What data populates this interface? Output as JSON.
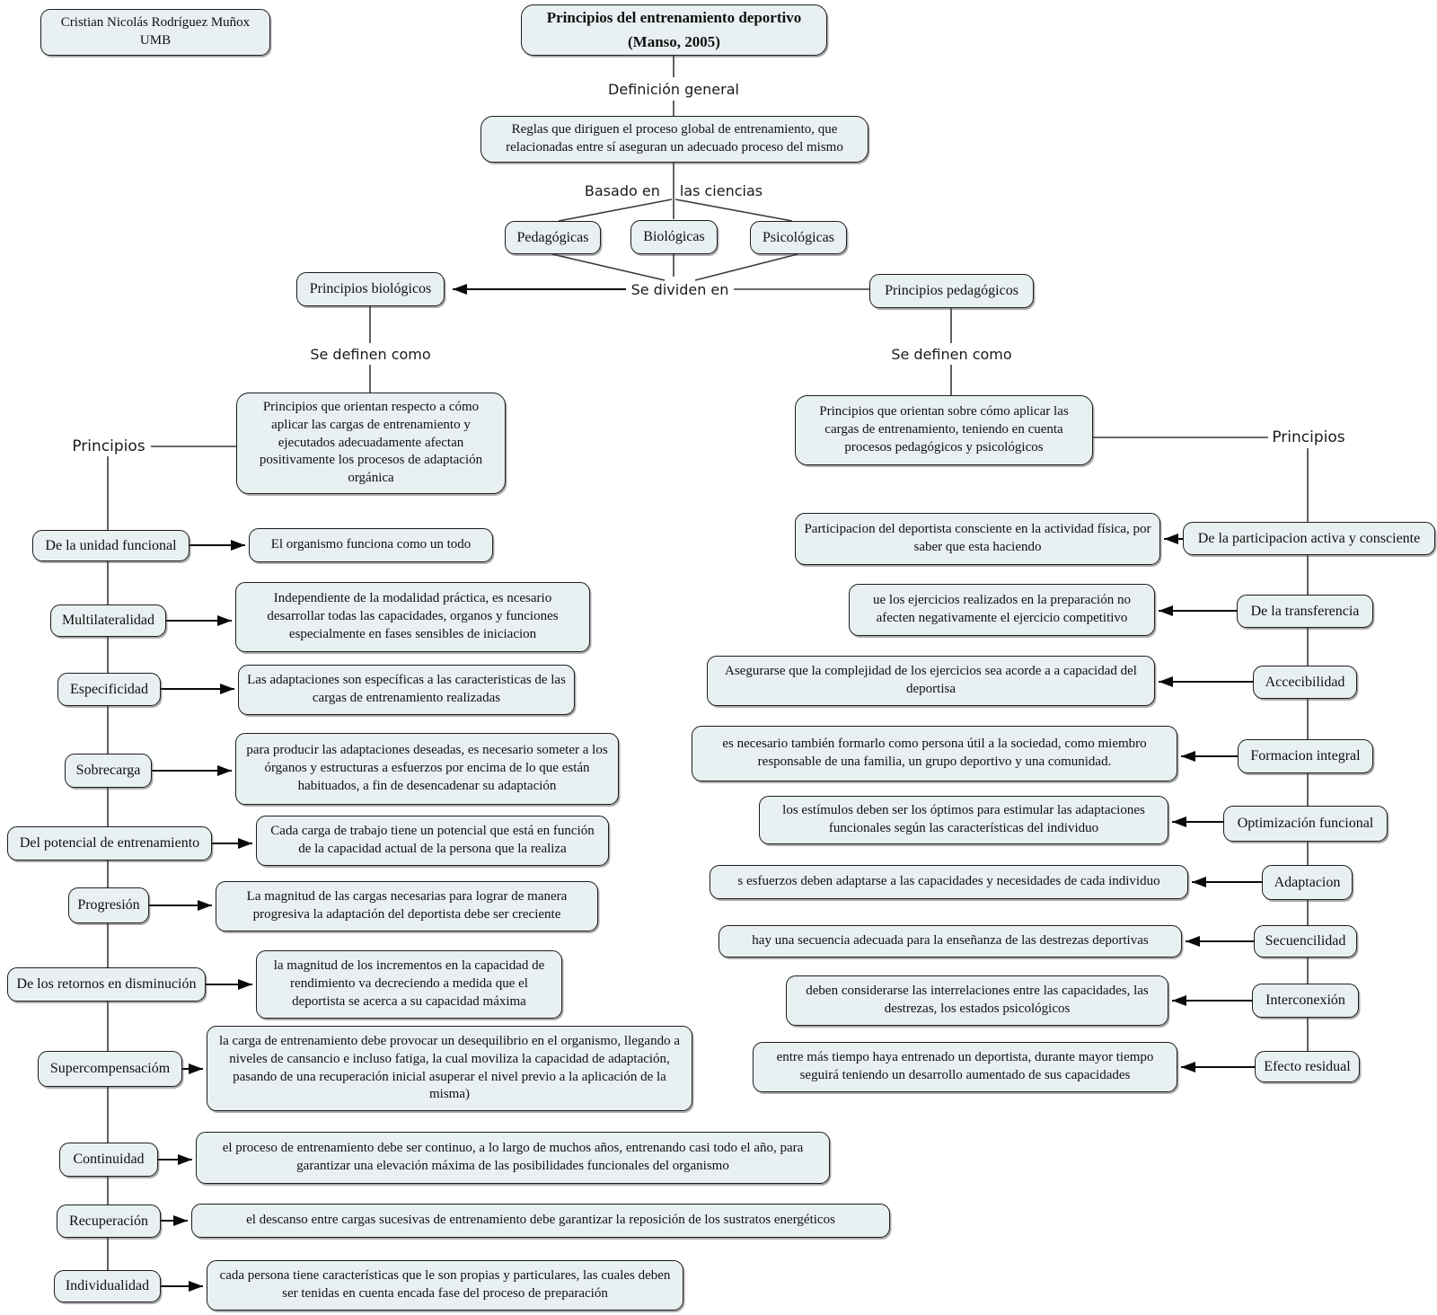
{
  "author": {
    "line1": "Cristian Nicolás Rodríguez Muñox",
    "line2": "UMB"
  },
  "title": {
    "line1": "Principios del entrenamiento deportivo",
    "line2": "(Manso, 2005)"
  },
  "links": {
    "definicion": "Definición general",
    "basado_1": "Basado en",
    "basado_2": "las ciencias",
    "dividen": "Se dividen en",
    "definen_izq": "Se definen como",
    "definen_der": "Se definen como",
    "principios_izq": "Principios",
    "principios_der": "Principios"
  },
  "definicion_general": "Reglas que diriguen el proceso global de entrenamiento, que relacionadas entre sí aseguran un adecuado proceso del mismo",
  "ciencias": {
    "pedagogicas": "Pedagógicas",
    "biologicas": "Biológicas",
    "psicologicas": "Psicológicas"
  },
  "biologicos": {
    "titulo": "Principios biológicos",
    "definicion": "Principios que orientan respecto a cómo aplicar las cargas de entrenamiento y ejecutados adecuadamente afectan positivamente los procesos de adaptación orgánica",
    "items": [
      {
        "label": "De la unidad funcional",
        "desc": "El organismo funciona como un todo"
      },
      {
        "label": "Multilateralidad",
        "desc": "Independiente  de la modalidad práctica, es ncesario desarrollar todas las capacidades, organos y funciones especialmente en fases sensibles de iniciacion"
      },
      {
        "label": "Especificidad",
        "desc": "Las adaptaciones son específicas a las caracteristicas de las cargas de entrenamiento realizadas"
      },
      {
        "label": "Sobrecarga",
        "desc": "para producir las adaptaciones deseadas, es necesario someter a los órganos y estructuras a esfuerzos por encima de lo que están habituados, a fin de desencadenar su adaptación"
      },
      {
        "label": "Del potencial de entrenamiento",
        "desc": "Cada carga de trabajo tiene un potencial que está en función de la capacidad actual de la persona que la realiza"
      },
      {
        "label": "Progresión",
        "desc": "La magnitud de las cargas necesarias para lograr de manera progresiva la adaptación del deportista debe ser creciente"
      },
      {
        "label": "De los retornos en disminución",
        "desc": "la magnitud de los incrementos en la capacidad de rendimiento va decreciendo a medida que el deportista se acerca a su capacidad máxima"
      },
      {
        "label": "Supercompensacióm",
        "desc": "la carga de entrenamiento debe provocar un desequilibrio en el organismo, llegando a niveles de cansancio e incluso fatiga, la cual moviliza la capacidad de adaptación, pasando de una recuperación inicial asuperar el nivel previo a la aplicación de la misma)"
      },
      {
        "label": "Continuidad",
        "desc": "el proceso de entrenamiento debe ser continuo, a lo largo de muchos años, entrenando casi todo el año, para garantizar una elevación máxima de las posibilidades funcionales del organismo"
      },
      {
        "label": "Recuperación",
        "desc": "el descanso entre cargas sucesivas de entrenamiento debe garantizar la reposición de los sustratos energéticos"
      },
      {
        "label": "Individualidad",
        "desc": "cada persona tiene características que le son propias y particulares, las cuales deben ser tenidas en cuenta encada fase del proceso de preparación"
      }
    ]
  },
  "pedagogicos": {
    "titulo": "Principios pedagógicos",
    "definicion": "Principios que orientan sobre cómo aplicar las cargas de entrenamiento, teniendo en cuenta procesos pedagógicos y psicológicos",
    "items": [
      {
        "label": "De la participacion activa y consciente",
        "desc": "Participacion del deportista consciente en la actividad física, por saber que esta haciendo"
      },
      {
        "label": "De la transferencia",
        "desc": "ue los ejercicios realizados en la preparación no afecten negativamente el ejercicio competitivo"
      },
      {
        "label": "Accecibilidad",
        "desc": "Asegurarse que la complejidad de los ejercicios sea acorde a a capacidad del deportisa"
      },
      {
        "label": "Formacion integral",
        "desc": "es necesario también formarlo como persona útil a la sociedad, como miembro responsable de una familia, un grupo deportivo y una comunidad."
      },
      {
        "label": "Optimización funcional",
        "desc": "los estímulos deben ser los óptimos para estimular las adaptaciones funcionales según las características del individuo"
      },
      {
        "label": "Adaptacion",
        "desc": "s esfuerzos deben adaptarse a las capacidades y necesidades de cada individuo"
      },
      {
        "label": "Secuencilidad",
        "desc": "hay una secuencia adecuada para la enseñanza de las destrezas deportivas"
      },
      {
        "label": "Interconexión",
        "desc": "deben considerarse las interrelaciones entre las capacidades, las destrezas, los estados psicológicos"
      },
      {
        "label": "Efecto residual",
        "desc": "entre más tiempo haya entrenado un deportista, durante mayor tiempo seguirá teniendo un desarrollo aumentado de sus capacidades"
      }
    ]
  }
}
